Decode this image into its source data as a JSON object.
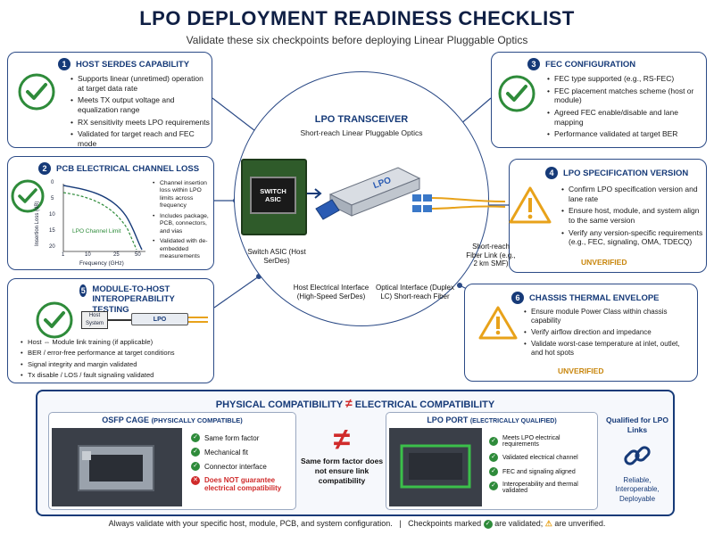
{
  "header": {
    "title": "LPO DEPLOYMENT READINESS CHECKLIST",
    "subtitle": "Validate these six checkpoints before deploying Linear Pluggable Optics"
  },
  "cards": {
    "c1": {
      "num": "1",
      "title": "HOST SERDES CAPABILITY",
      "bullets": [
        "Supports linear (unretimed) operation at target data rate",
        "Meets TX output voltage and equalization range",
        "RX sensitivity meets LPO requirements",
        "Validated for target reach and FEC mode"
      ]
    },
    "c2": {
      "num": "2",
      "title": "PCB ELECTRICAL CHANNEL LOSS",
      "bullets": [
        "Channel insertion loss within LPO limits across frequency",
        "Includes package, PCB, connectors, and vias",
        "Validated with de-embedded measurements"
      ],
      "chart": {
        "ylabel": "Insertion Loss (dB)",
        "xlabel": "Frequency (GHz)",
        "limit_label": "LPO Channel Limit",
        "xticks": [
          "1",
          "10",
          "25",
          "50"
        ],
        "yticks": [
          "0",
          "5",
          "10",
          "15",
          "20"
        ]
      }
    },
    "c3": {
      "num": "3",
      "title": "FEC CONFIGURATION",
      "bullets": [
        "FEC type supported (e.g., RS-FEC)",
        "FEC placement matches scheme (host or module)",
        "Agreed FEC enable/disable and lane mapping",
        "Performance validated at target BER"
      ]
    },
    "c4": {
      "num": "4",
      "title": "LPO SPECIFICATION VERSION",
      "bullets": [
        "Confirm LPO specification version and lane rate",
        "Ensure host, module, and system align to the same version",
        "Verify any version-specific requirements (e.g., FEC, signaling, OMA, TDECQ)"
      ],
      "status": "UNVERIFIED"
    },
    "c5": {
      "num": "5",
      "title": "MODULE-TO-HOST INTEROPERABILITY TESTING",
      "host_label": "Host System",
      "lpo_label": "LPO",
      "bullets": [
        "Host ⇔ Module link training (if applicable)",
        "BER / error-free performance at target conditions",
        "Signal integrity and margin validated",
        "Tx disable / LOS / fault signaling validated"
      ]
    },
    "c6": {
      "num": "6",
      "title": "CHASSIS THERMAL ENVELOPE",
      "bullets": [
        "Ensure module Power Class within chassis capability",
        "Verify airflow direction and impedance",
        "Validate worst-case temperature at inlet, outlet, and hot spots"
      ],
      "status": "UNVERIFIED"
    }
  },
  "center": {
    "title": "LPO TRANSCEIVER",
    "subtitle": "Short-reach Linear Pluggable Optics",
    "asic_label": "SWITCH ASIC",
    "module_label": "LPO",
    "asic_caption": "Switch ASIC (Host SerDes)",
    "electrical_caption": "Host Electrical Interface (High-Speed SerDes)",
    "optical_caption": "Optical Interface (Duplex LC) Short-reach Fiber",
    "fiber_caption": "Short-reach Fiber Link (e.g., 2 km SMF)"
  },
  "compat": {
    "header_left": "PHYSICAL COMPATIBILITY",
    "header_symbol": "≠",
    "header_right": "ELECTRICAL COMPATIBILITY",
    "osfp": {
      "title": "OSFP CAGE",
      "title_note": "(PHYSICALLY COMPATIBLE)",
      "items": [
        "Same form factor",
        "Mechanical fit",
        "Connector interface"
      ],
      "warning": "Does NOT guarantee electrical compatibility"
    },
    "middle": {
      "symbol": "≠",
      "text": "Same form factor does not ensure link compatibility"
    },
    "lpo_port": {
      "title": "LPO PORT",
      "title_note": "(ELECTRICALLY QUALIFIED)",
      "items": [
        "Meets LPO electrical requirements",
        "Validated electrical channel",
        "FEC and signaling aligned",
        "Interoperability and thermal validated"
      ]
    },
    "qualified": {
      "title": "Qualified for LPO Links",
      "text": "Reliable, Interoperable, Deployable"
    }
  },
  "footer": {
    "left": "Always validate with your specific host, module, PCB, and system configuration.",
    "sep": "|",
    "mid1": "Checkpoints marked",
    "mid2": "are validated;",
    "mid3": "are unverified."
  },
  "colors": {
    "navy": "#163a78",
    "green": "#2e8b3a",
    "amber": "#e8a21a",
    "red": "#d02b2b"
  }
}
